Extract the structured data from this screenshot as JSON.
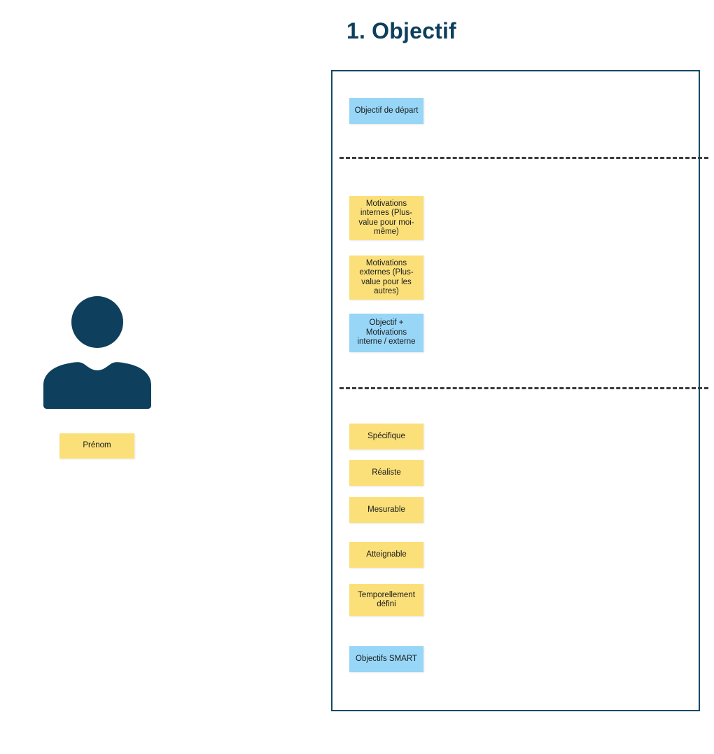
{
  "page": {
    "title": "1. Objectif",
    "background_color": "#ffffff"
  },
  "colors": {
    "navy": "#0e3f5c",
    "panel_border": "#134a66",
    "sticky_yellow": "#fbe07a",
    "sticky_blue": "#97d6f7",
    "divider": "#3a3a3a",
    "text": "#1a1a1a"
  },
  "person": {
    "avatar_icon": "user-avatar-icon",
    "name_note": {
      "label": "Prénom",
      "color": "#fbe07a"
    }
  },
  "panel": {
    "sections": [
      {
        "id": "section-objectif-depart",
        "notes": [
          {
            "label": "Objectif de départ",
            "color": "#97d6f7"
          }
        ]
      },
      {
        "id": "section-motivations",
        "notes": [
          {
            "label": "Motivations internes (Plus-value pour moi-même)",
            "color": "#fbe07a"
          },
          {
            "label": "Motivations externes (Plus-value pour les autres)",
            "color": "#fbe07a"
          },
          {
            "label": "Objectif + Motivations interne / externe",
            "color": "#97d6f7"
          }
        ]
      },
      {
        "id": "section-smart",
        "notes": [
          {
            "label": "Spécifique",
            "color": "#fbe07a"
          },
          {
            "label": "Réaliste",
            "color": "#fbe07a"
          },
          {
            "label": "Mesurable",
            "color": "#fbe07a"
          },
          {
            "label": "Atteignable",
            "color": "#fbe07a"
          },
          {
            "label": "Temporellement défini",
            "color": "#fbe07a"
          },
          {
            "label": "Objectifs SMART",
            "color": "#97d6f7"
          }
        ]
      }
    ],
    "dividers": 2
  }
}
